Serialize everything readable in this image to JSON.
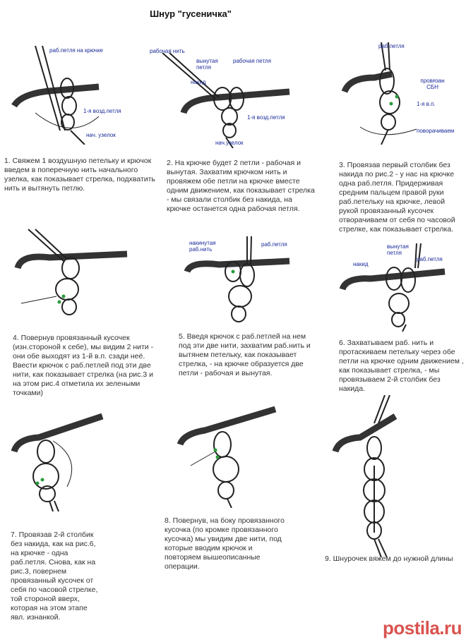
{
  "title": "Шнур \"гусеничка\"",
  "steps": [
    {
      "text": "1. Свяжем 1 воздушную петельку и крючок введем в поперечную нить начального узелка, как показывает стрелка, подхватить нить и вытянуть петлю.",
      "labels": [
        "раб.петля на крючке",
        "1-я возд.петля",
        "нач. узелок"
      ]
    },
    {
      "text": "2. На крючке будет 2 петли - рабочая и вынутая. Захватим крючком нить и провяжем обе петли на крючке вместе одним движением, как показывает стрелка - мы связали столбик без накида, на крючке останется одна рабочая петля.",
      "labels": [
        "рабочая нить",
        "вынутая петля",
        "рабочая петля",
        "накид",
        "1-я возд.петля",
        "нач.узелок"
      ]
    },
    {
      "text": "3. Провязав первый столбик без накида по рис.2 - у нас на крючке одна раб.петля. Придерживая средним пальцем правой руки раб.петельку на крючке, левой рукой провязанный кусочек отворачиваем от себя по часовой стрелке, как показывает стрелка.",
      "labels": [
        "раб.петля",
        "провязан СБН",
        "1-я в.п.",
        "поворачиваем"
      ]
    },
    {
      "text": "4. Повернув провязанный кусочек (изн.стороной к себе), мы видим 2 нити - они обе выходят из 1-й в.п. сзади неё. Ввести крючок с раб.петлей под эти две нити, как показывает стрелка (на рис.3 и на этом рис.4 отметила их зелеными точками)",
      "labels": []
    },
    {
      "text": "5. Введя крючок с раб.петлей на нем под эти две нити, захватим раб.нить и вытянем петельку, как показывает стрелка, - на крючке образуется две петли - рабочая и вынутая.",
      "labels": [
        "накинутая раб.нить",
        "раб.петля"
      ]
    },
    {
      "text": "6. Захватываем раб. нить и протаскиваем петельку через обе петли на крючке одним движением , как показывает стрелка, - мы провязываем 2-й столбик без накида.",
      "labels": [
        "накид",
        "вынутая петля",
        "раб.петля"
      ]
    },
    {
      "text": "7. Провязав 2-й столбик без накида, как на рис.6, на крючке - одна раб.петля. Снова, как на рис.3, повернем провязанный кусочек от себя по часовой стрелке, той стороной вверх, которая на этом этапе явл. изнанкой.",
      "labels": []
    },
    {
      "text": "8. Повернув, на боку провязанного кусочка (по кромке провязанного кусочка) мы увидим две нити, под которые вводим крючок и повторяем вышеописанные операции.",
      "labels": []
    },
    {
      "text": "9. Шнурочек вяжем до нужной длины",
      "labels": []
    }
  ],
  "watermark": "postila.ru",
  "colors": {
    "label": "#1a2a9a",
    "dot": "#2a9a3a",
    "hook": "#333333",
    "logo": "#d9534f"
  }
}
